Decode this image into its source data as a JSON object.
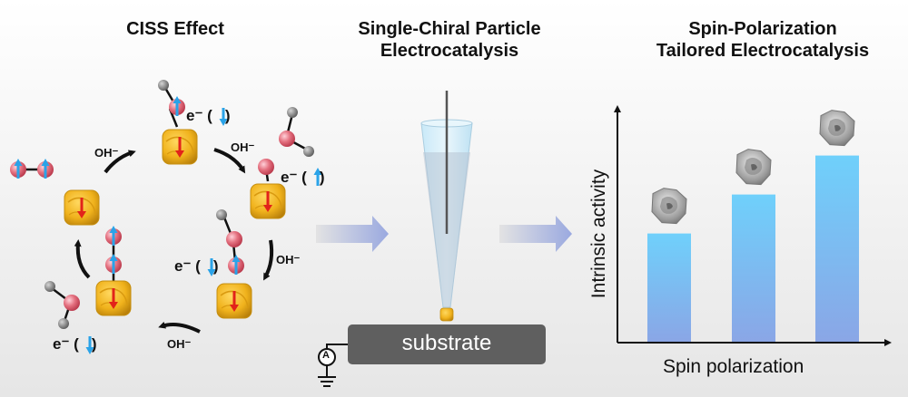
{
  "titles": {
    "ciss": "CISS Effect",
    "single_line1": "Single-Chiral Particle",
    "single_line2": "Electrocatalysis",
    "spin_line1": "Spin-Polarization",
    "spin_line2": "Tailored Electrocatalysis"
  },
  "cycle": {
    "oh_label": "OH⁻",
    "electron_label": "e⁻ (",
    "close_paren": ")"
  },
  "setup": {
    "substrate_label": "substrate",
    "ammeter_label": "A"
  },
  "chart": {
    "xlabel": "Spin polarization",
    "ylabel": "Intrinsic activity"
  },
  "chart_data": {
    "type": "bar",
    "categories": [
      "",
      "",
      ""
    ],
    "values": [
      0.56,
      0.76,
      0.96
    ],
    "xlabel": "Spin polarization",
    "ylabel": "Intrinsic activity",
    "ylim": [
      0,
      1.2
    ],
    "grid": false,
    "legend": "none"
  },
  "colors": {
    "bar_top": "#6fd0fb",
    "bar_bottom": "#8aa6e6",
    "cube": "#f0b21c",
    "atom_pink": "#e0697a",
    "spin_up_blue": "#2aa3e8",
    "spin_down_red": "#e2231a",
    "substrate": "#5f5f5f"
  }
}
